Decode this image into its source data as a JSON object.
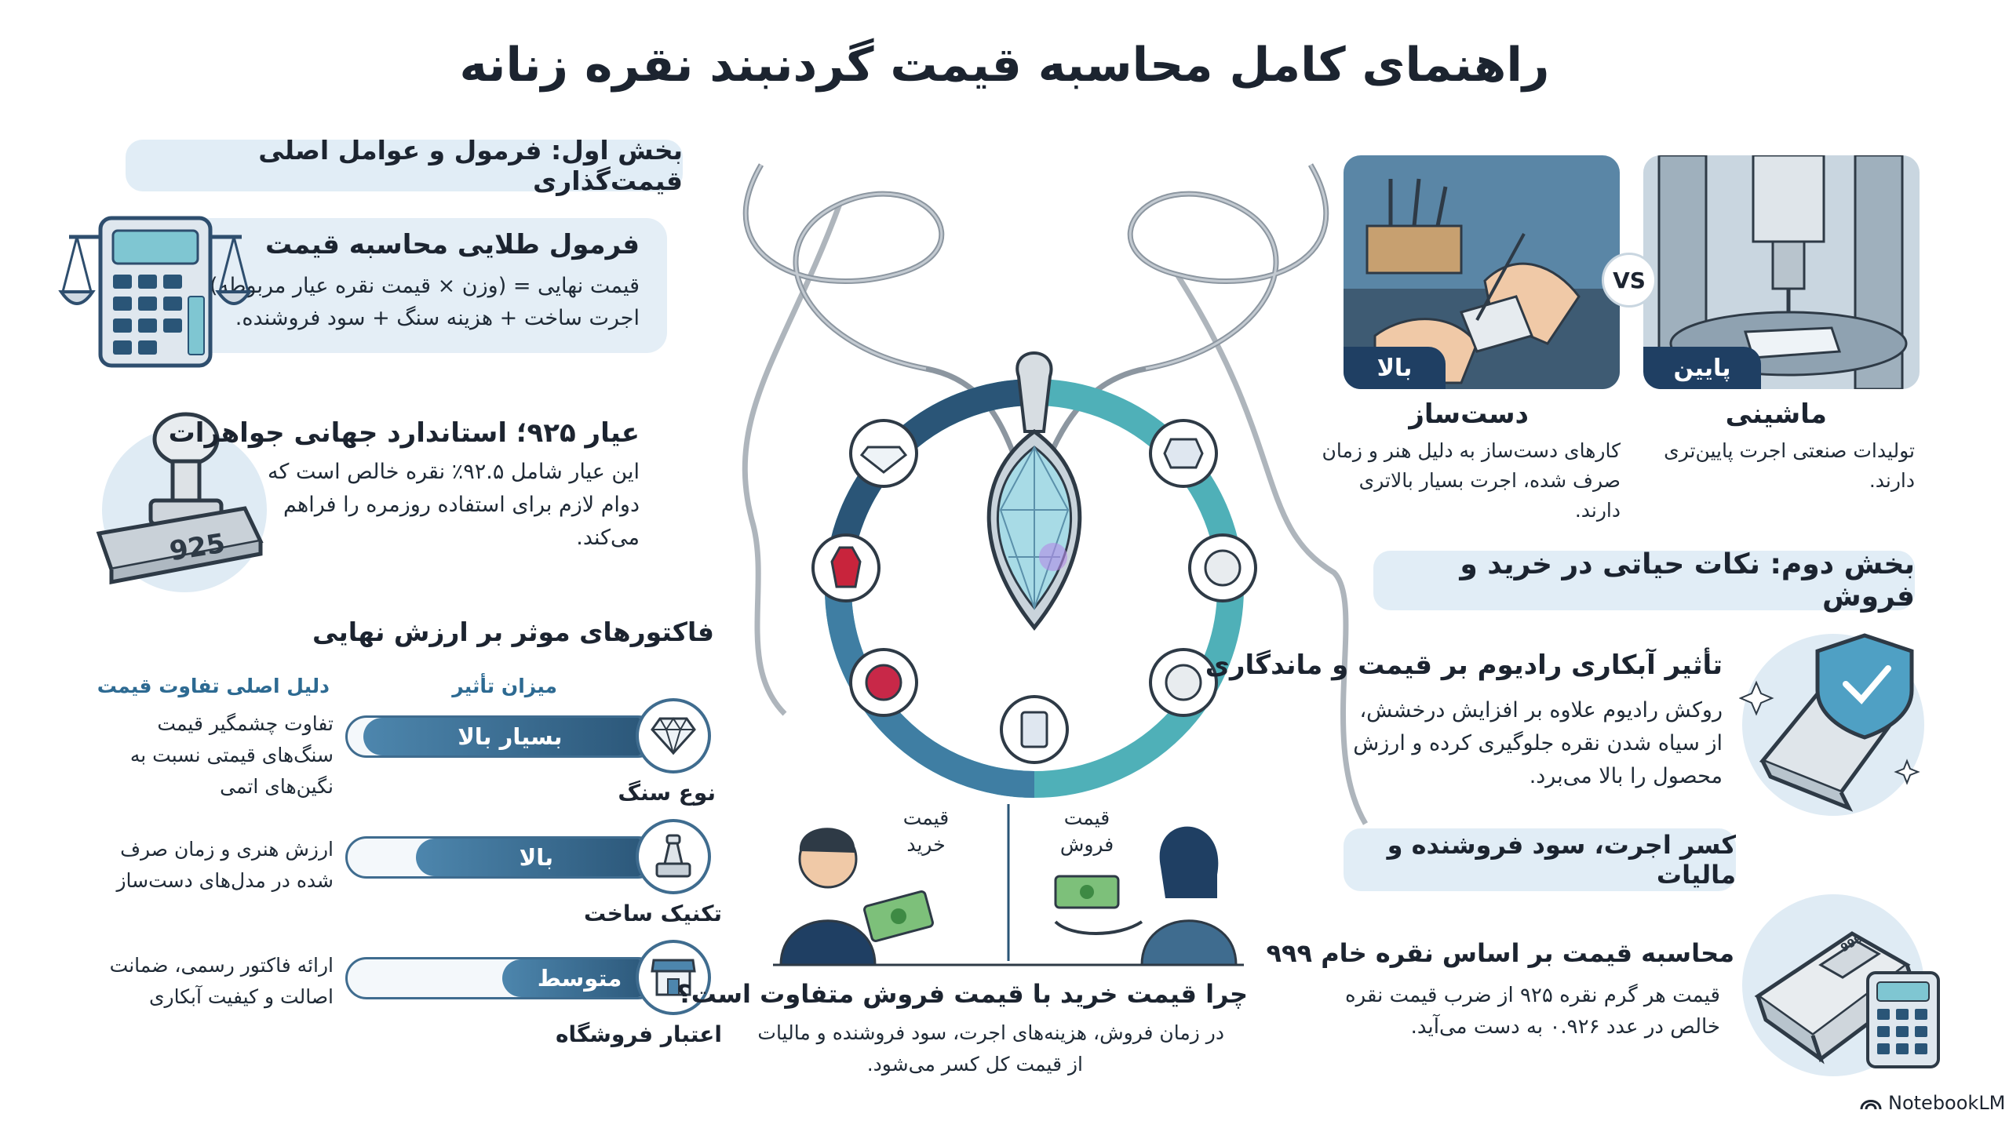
{
  "title": "راهنمای کامل محاسبه قیمت گردنبند نقره زنانه",
  "part1": {
    "heading": "بخش اول: فرمول و عوامل اصلی قیمت‌گذاری",
    "formula": {
      "title": "فرمول طلایی محاسبه قیمت",
      "line1": "قیمت نهایی = (وزن × قیمت نقره عیار مربوطه) +",
      "line2": "اجرت ساخت + هزینه سنگ + سود فروشنده."
    },
    "standard": {
      "title": "عیار ۹۲۵؛ استاندارد جهانی جواهرات",
      "line1": "این عیار شامل ۹۲.۵٪ نقره خالص است که",
      "line2": "دوام لازم برای استفاده روزمره را فراهم",
      "line3": "می‌کند.",
      "stamp_text": "925"
    },
    "factors": {
      "title": "فاکتورهای موثر بر ارزش نهایی",
      "col_impact": "میزان تأثیر",
      "col_reason": "دلیل اصلی تفاوت قیمت",
      "rows": [
        {
          "label": "نوع سنگ",
          "level": "بسیار بالا",
          "fill": 0.95,
          "reason1": "تفاوت چشمگیر قیمت",
          "reason2": "سنگ‌های قیمتی نسبت به",
          "reason3": "نگین‌های اتمی"
        },
        {
          "label": "تکنیک ساخت",
          "level": "بالا",
          "fill": 0.78,
          "reason1": "ارزش هنری و زمان صرف",
          "reason2": "شده در مدل‌های دست‌ساز",
          "reason3": ""
        },
        {
          "label": "اعتبار فروشگاه",
          "level": "متوسط",
          "fill": 0.5,
          "reason1": "ارائه فاکتور رسمی، ضمانت",
          "reason2": "اصالت و کیفیت آبکاری",
          "reason3": ""
        }
      ]
    }
  },
  "buy_sell": {
    "buy_label1": "قیمت",
    "buy_label2": "خرید",
    "sell_label1": "قیمت",
    "sell_label2": "فروش",
    "question": "چرا قیمت خرید با قیمت فروش متفاوت است؟",
    "line1": "در زمان فروش، هزینه‌های اجرت، سود فروشنده و مالیات",
    "line2": "از قیمت کل کسر می‌شود."
  },
  "comparison": {
    "vs": "VS",
    "handmade": {
      "tag": "بالا",
      "title": "دست‌ساز",
      "line1": "کارهای دست‌ساز به دلیل هنر و زمان",
      "line2": "صرف شده، اجرت بسیار بالاتری",
      "line3": "دارند."
    },
    "machine": {
      "tag": "پایین",
      "title": "ماشینی",
      "line1": "تولیدات صنعتی اجرت پایین‌تری",
      "line2": "دارند."
    }
  },
  "part2": {
    "heading": "بخش دوم: نکات حیاتی در خرید و فروش",
    "rhodium": {
      "title": "تأثیر آبکاری رادیوم بر قیمت و ماندگاری",
      "line1": "روکش رادیوم علاوه بر افزایش درخشش،",
      "line2": "از سیاه شدن نقره جلوگیری کرده و ارزش",
      "line3": "محصول را بالا می‌برد."
    },
    "deduction": "کسر اجرت، سود فروشنده و مالیات",
    "raw": {
      "title": "محاسبه قیمت بر اساس نقره خام ۹۹۹",
      "line1": "قیمت هر گرم نقره ۹۲۵ از ضرب قیمت نقره",
      "line2": "خالص در عدد ۰.۹۲۶ به دست می‌آید.",
      "bar_text": "999"
    }
  },
  "brand": "NotebookLM",
  "colors": {
    "accent": "#2a5577",
    "light": "#e1edf6",
    "teal": "#4fb0b8"
  }
}
